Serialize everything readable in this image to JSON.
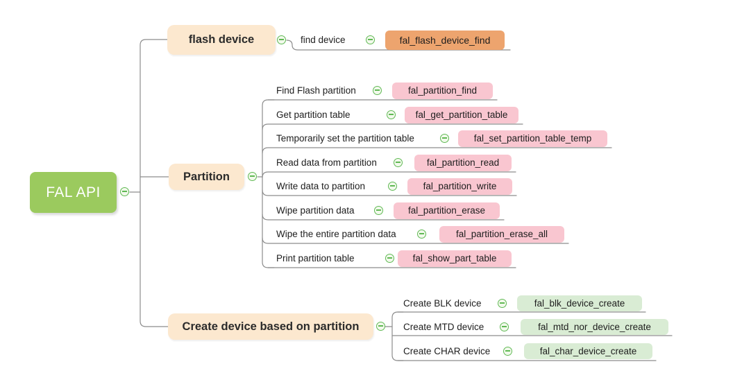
{
  "diagram": {
    "root": {
      "label": "FAL API"
    },
    "branches": [
      {
        "label": "flash device",
        "children": [
          {
            "label": "find device",
            "api": "fal_flash_device_find"
          }
        ]
      },
      {
        "label": "Partition",
        "children": [
          {
            "label": "Find Flash partition",
            "api": "fal_partition_find"
          },
          {
            "label": "Get partition table",
            "api": "fal_get_partition_table"
          },
          {
            "label": "Temporarily set the partition table",
            "api": "fal_set_partition_table_temp"
          },
          {
            "label": "Read data from partition",
            "api": "fal_partition_read"
          },
          {
            "label": "Write data to partition",
            "api": "fal_partition_write"
          },
          {
            "label": "Wipe partition data",
            "api": "fal_partition_erase"
          },
          {
            "label": "Wipe the entire partition data",
            "api": "fal_partition_erase_all"
          },
          {
            "label": "Print partition table",
            "api": "fal_show_part_table"
          }
        ]
      },
      {
        "label": "Create device based on partition",
        "children": [
          {
            "label": "Create BLK device",
            "api": "fal_blk_device_create"
          },
          {
            "label": "Create MTD device",
            "api": "fal_mtd_nor_device_create"
          },
          {
            "label": "Create CHAR device",
            "api": "fal_char_device_create"
          }
        ]
      }
    ]
  },
  "icons": {
    "collapse": "minus-circle-icon"
  },
  "colors": {
    "canvas_bg": "#ffffff",
    "root_bg": "#9bca5e",
    "root_text": "#ffffff",
    "branch_bg": "#fce8cf",
    "node_text": "#2b2b2b",
    "api_flash_bg": "#eda46e",
    "api_partition_bg": "#f9c6d0",
    "api_create_bg": "#d9ecd4",
    "connector": "#8c8c8c",
    "collapse_green": "#5fb953",
    "collapse_fill": "#f2f9ec"
  }
}
